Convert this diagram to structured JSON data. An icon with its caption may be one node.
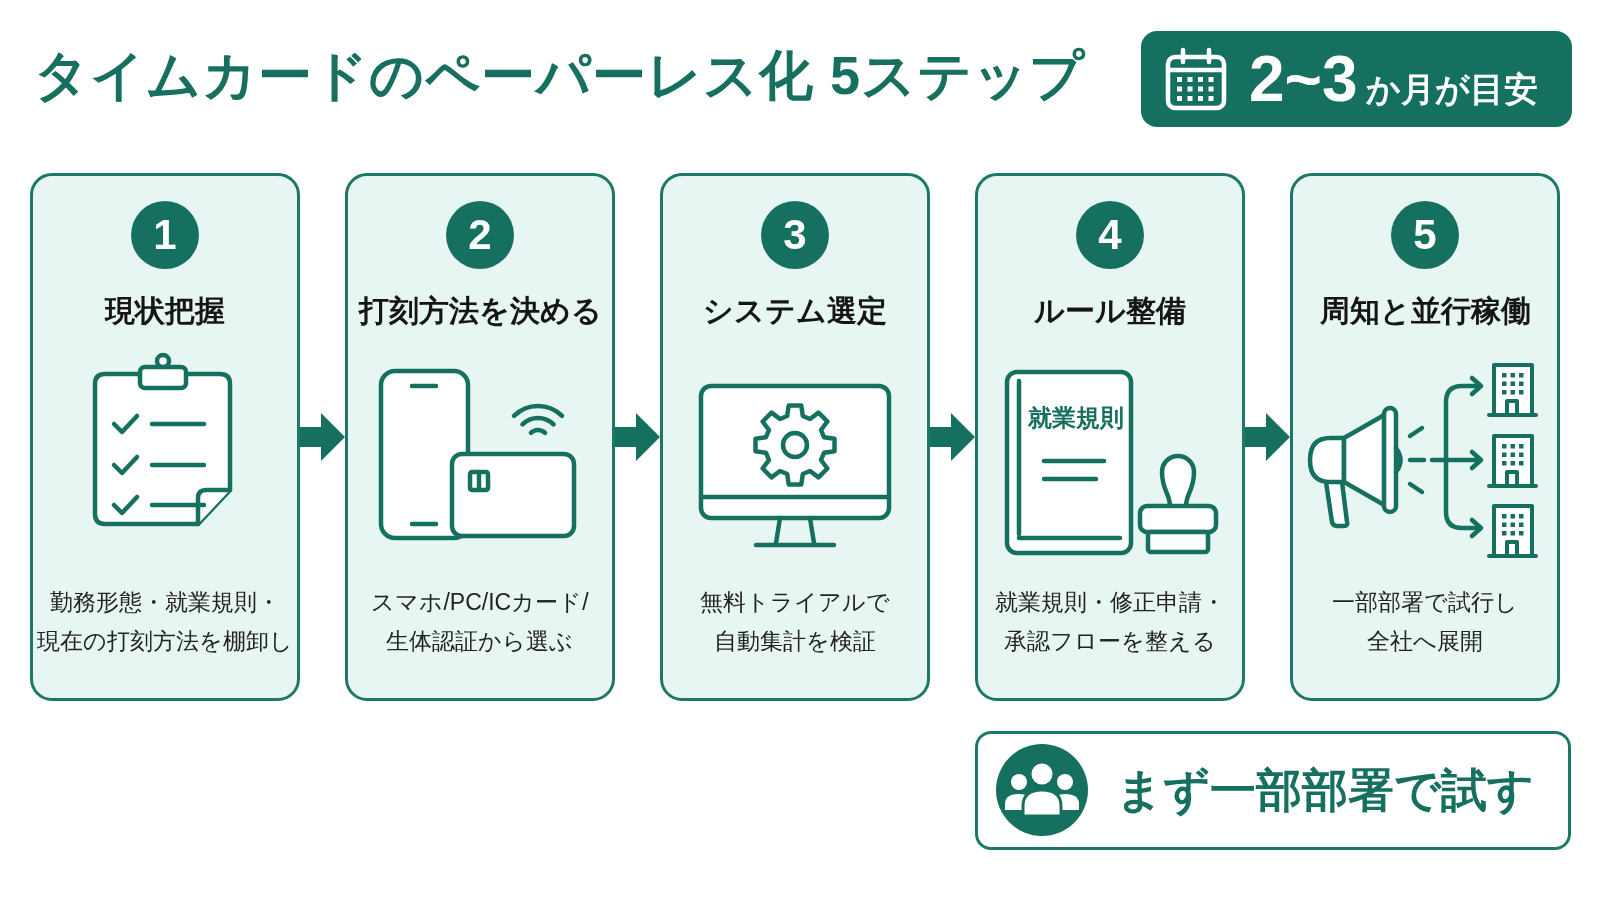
{
  "diagram": {
    "title": "タイムカードのペーパーレス化 5ステップ",
    "nodes": [
      {
        "text": [
          "2~3",
          "か月が目安"
        ]
      },
      {
        "text": [
          "現状把握",
          "勤務形態・就業規則・現在の打刻方法を棚卸し"
        ]
      },
      {
        "text": [
          "1"
        ],
        "in": 1
      },
      {
        "text": [
          "打刻方法を決める",
          "スマホ/PC/ICカード/生体認証から選ぶ"
        ]
      },
      {
        "text": [
          "2"
        ],
        "in": 3
      },
      {
        "text": [
          "システム選定",
          "無料トライアルで自動集計を検証"
        ]
      },
      {
        "text": [
          "3"
        ],
        "in": 5
      },
      {
        "text": [
          "ルール整備",
          "就業規則・修正申請・承認フローを整える"
        ]
      },
      {
        "text": [
          "4"
        ],
        "in": 7
      },
      {
        "text": [
          "就業規則"
        ],
        "in": 7
      },
      {
        "text": [
          "周知と並行稼働",
          "一部部署で試行し全社へ展開"
        ]
      },
      {
        "text": [
          "5"
        ],
        "in": 10
      },
      {
        "text": [
          "まず一部部署で試す"
        ]
      }
    ],
    "edges": [
      {
        "from": 1,
        "to": 3,
        "arrow": "to"
      },
      {
        "from": 3,
        "to": 5,
        "arrow": "to"
      },
      {
        "from": 5,
        "to": 7,
        "arrow": "to"
      },
      {
        "from": 7,
        "to": 10,
        "arrow": "to"
      }
    ]
  }
}
